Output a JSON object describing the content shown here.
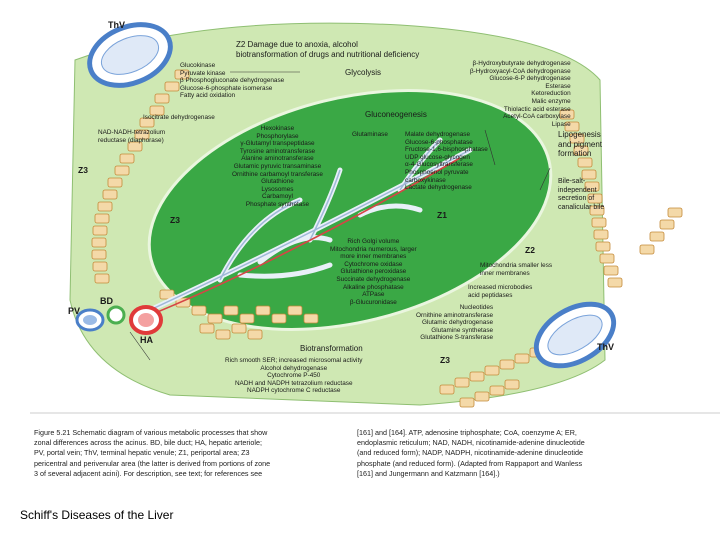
{
  "vessels": {
    "thv_top": "ThV",
    "thv_bottom": "ThV",
    "pv": "PV",
    "bd": "BD",
    "ha": "HA"
  },
  "zones": {
    "z2_top_right": "Z2",
    "z3_left": "Z3",
    "z3_inner": "Z3",
    "z1": "Z1",
    "z2_right": "Z2",
    "z3_bottom": "Z3"
  },
  "labels": {
    "z2_header": "Z2 Damage due to anoxia, alcohol\nbiotransformation of drugs and nutritional deficiency",
    "top_left_enzymes": "Glucokinase\nPyruvate kinase\nβ Phosphogluconate dehydrogenase\nGlucose-6-phosphate isomerase\nFatty acid oxidation",
    "isocitrate": "Isocitrate dehydrogenase",
    "nadh_reductase": "NAD-NADH-tetrazolium\nreductase (diaphorase)",
    "glycolysis": "Glycolysis",
    "top_right_enzymes": "β-Hydroxybutyrate dehydrogenase\nβ-Hydroxyacyl-CoA dehydrogenase\nGlucose-6-P dehydrogenase\nEsterase\nKetoreduction\nMalic enzyme\nThiolactic acid esterase\nAcetyl-CoA carboxylase\nLipase",
    "gluconeogenesis": "Gluconeogenesis",
    "center_enzymes": "Hexokinase\nPhosphorylase\nγ-Glutamyl transpeptidase\nTyrosine aminotransferase\nAlanine aminotransferase\nGlutamic pyruvic transaminase\nOrnithine carbamoyl transferase\nGlutathione\nLysosomes\nCarbamoyl\nPhosphate synthetase",
    "glutaminase": "Glutaminase",
    "gluco_enzymes": "Malate dehydrogenase\nGlucose-6-phosphatase\nFructose-1,6-bisphosphatase\nUDP glucose-glycogen\nα-4-Glucosyltransferase\nPhosphoenol pyruvate\ncarboxykinase\nLactate dehydrogenase",
    "lipogenesis": "Lipogenesis\nand pigment\nformation",
    "bile_salt": "Bile-salt-\nindependent\nsecretion of\ncanalicular bile",
    "golgi": "Rich Golgi volume\nMitochondria numerous, larger\nmore inner membranes\nCytochrome oxidase\nGlutathione peroxidase\nSuccinate dehydrogenase\nAlkaline phosphatase\nATPase\nβ-Glucuronidase",
    "mitochondria": "Mitochondria smaller less\ninner membranes",
    "microbodies": "Increased microbodies\nacid peptidases",
    "bottom_right_enzymes": "Nucleotides\nOrnithine aminotransferase\nGlutamic dehydrogenase\nGlutamine synthetase\nGlutathione S-transferase",
    "biotransformation": "Biotransformation",
    "ser": "Rich smooth SER; increased microsomal activity\nAlcohol dehydrogenase\nCytochrome P-450\nNADH and NADPH tetrazolium reductase\nNADPH cytochrome C reductase"
  },
  "caption": {
    "left": "Figure 5.21 Schematic diagram of various metabolic processes that show\nzonal differences across the acinus. BD, bile duct; HA, hepatic arteriole;\nPV, portal vein; ThV, terminal hepatic venule; Z1, periportal area; Z3\npericentral and perivenular area (the latter is derived from portions of zone\n3 of several adjacent acini). For description, see text; for references see",
    "right": "[161] and [164]. ATP, adenosine triphosphate; CoA, coenzyme A; ER,\nendoplasmic reticulum; NAD, NADH, nicotinamide-adenine dinucleotide\n(and reduced form); NADP, NADPH, nicotinamide-adenine dinucleotide\nphosphate (and reduced form). (Adapted from Rappaport and Wanless\n[161] and Jungermann and Katzmann [164].)"
  },
  "footer": "Schiff's Diseases of the Liver",
  "colors": {
    "outer_zone": "#cfe8b3",
    "inner_zone": "#3aa845",
    "vessel": "#4a7fc8",
    "artery": "#e03a3a",
    "duct": "#4caf50",
    "cells": "#f4d9a8"
  }
}
